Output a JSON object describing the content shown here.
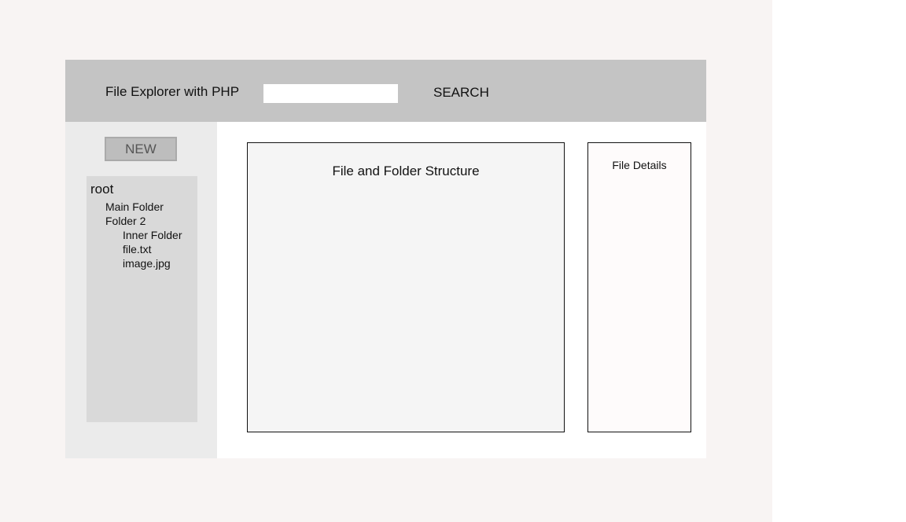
{
  "header": {
    "title": "File Explorer with PHP",
    "search": {
      "value": "",
      "placeholder": ""
    },
    "search_label": "SEARCH"
  },
  "sidebar": {
    "new_label": "NEW",
    "tree": {
      "root": "root",
      "items": [
        {
          "label": "Main Folder",
          "depth": 1
        },
        {
          "label": "Folder 2",
          "depth": 1
        },
        {
          "label": "Inner Folder",
          "depth": 2
        },
        {
          "label": "file.txt",
          "depth": 2
        },
        {
          "label": "image.jpg",
          "depth": 2
        }
      ]
    }
  },
  "main": {
    "title": "File and Folder Structure"
  },
  "details": {
    "title": "File Details"
  },
  "colors": {
    "header_bg": "#c4c4c4",
    "sidebar_bg": "#ebebeb",
    "tree_bg": "#d9d9d9",
    "page_bg": "#f8f4f3"
  }
}
